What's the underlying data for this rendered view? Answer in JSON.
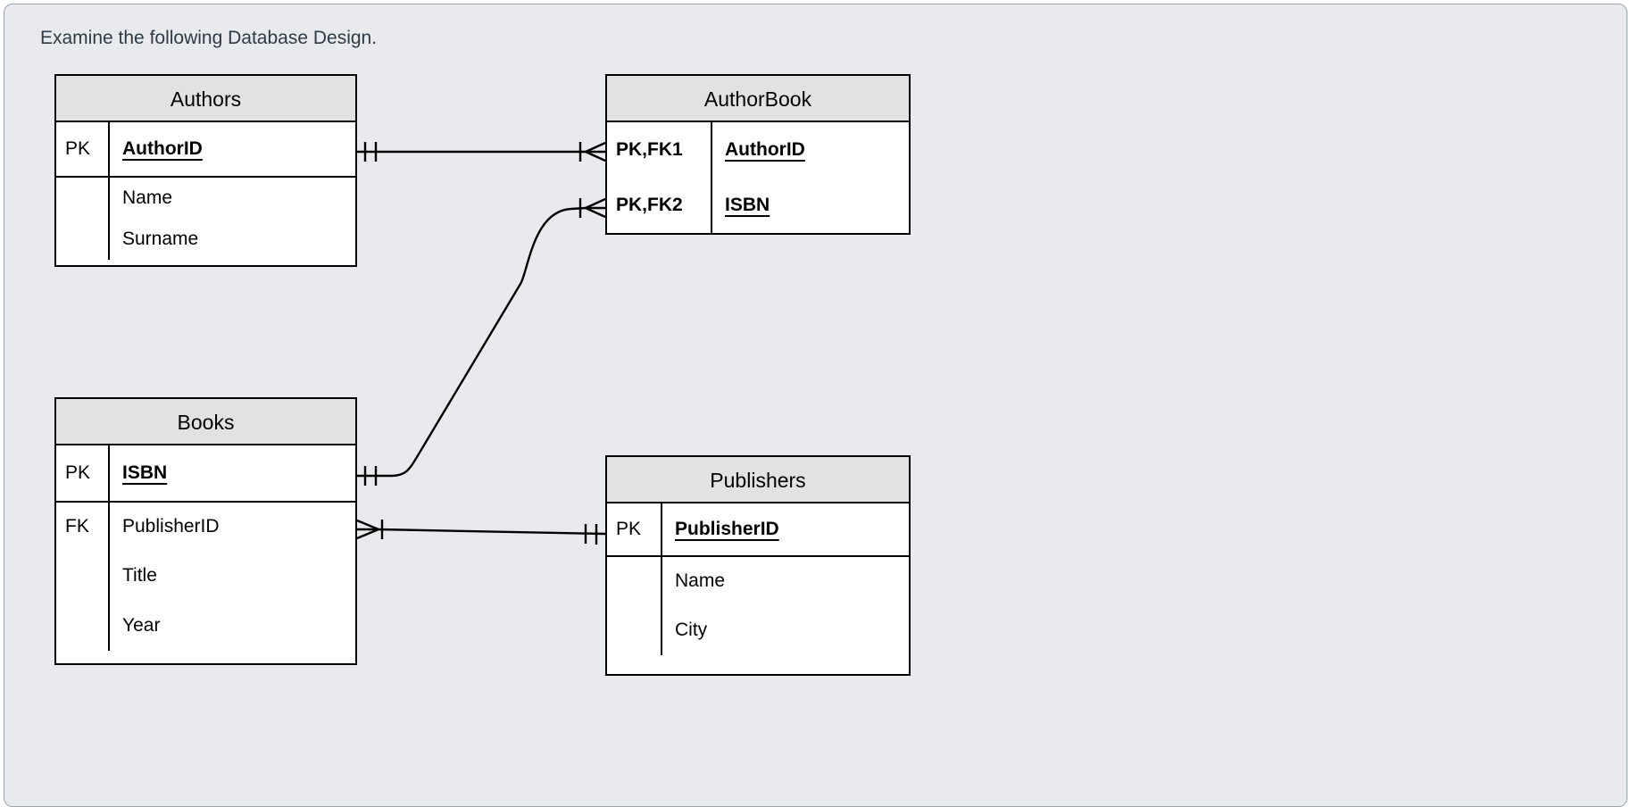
{
  "page": {
    "instruction": "Examine the following Database Design."
  },
  "diagram": {
    "entities": {
      "authors": {
        "title": "Authors",
        "pk_rows": [
          {
            "key": "PK",
            "field": "AuthorID"
          }
        ],
        "attr_rows": [
          {
            "key": "",
            "field": "Name"
          },
          {
            "key": "",
            "field": "Surname"
          }
        ]
      },
      "authorbook": {
        "title": "AuthorBook",
        "pk_rows": [
          {
            "key": "PK,FK1",
            "field": "AuthorID"
          },
          {
            "key": "PK,FK2",
            "field": "ISBN"
          }
        ]
      },
      "books": {
        "title": "Books",
        "pk_rows": [
          {
            "key": "PK",
            "field": "ISBN"
          }
        ],
        "attr_rows": [
          {
            "key": "FK",
            "field": "PublisherID"
          },
          {
            "key": "",
            "field": "Title"
          },
          {
            "key": "",
            "field": "Year"
          }
        ]
      },
      "publishers": {
        "title": "Publishers",
        "pk_rows": [
          {
            "key": "PK",
            "field": "PublisherID"
          }
        ],
        "attr_rows": [
          {
            "key": "",
            "field": "Name"
          },
          {
            "key": "",
            "field": "City"
          }
        ]
      }
    },
    "relationships": [
      {
        "from": "Authors.AuthorID",
        "to": "AuthorBook.AuthorID",
        "from_cardinality": "one",
        "to_cardinality": "many",
        "notation": "crow-foot"
      },
      {
        "from": "Books.ISBN",
        "to": "AuthorBook.ISBN",
        "from_cardinality": "one",
        "to_cardinality": "many",
        "notation": "crow-foot"
      },
      {
        "from": "Publishers.PublisherID",
        "to": "Books.PublisherID",
        "from_cardinality": "one",
        "to_cardinality": "many",
        "notation": "crow-foot"
      }
    ],
    "colors": {
      "canvas_bg": "#e8eaed",
      "card_border": "#9aa3ae",
      "entity_header_bg": "#e2e2e2",
      "entity_border": "#000000",
      "heading_text": "#2d3b45"
    }
  }
}
